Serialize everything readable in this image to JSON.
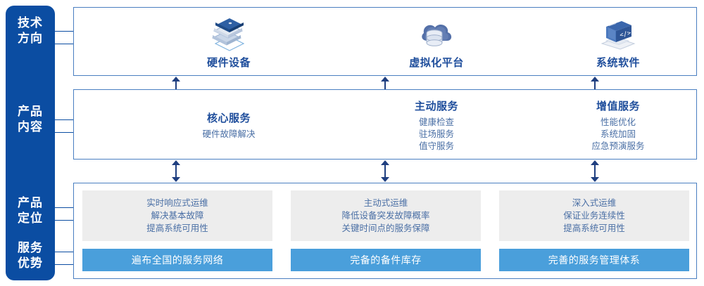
{
  "rail": {
    "items": [
      {
        "id": "tech-direction",
        "label": "技术\n方向"
      },
      {
        "id": "product-content",
        "label": "产品\n内容"
      },
      {
        "id": "product-position",
        "label": "产品\n定位"
      },
      {
        "id": "service-advantage",
        "label": "服务\n优势"
      }
    ]
  },
  "tech_direction": {
    "columns": [
      {
        "icon": "server-stack-icon",
        "title": "硬件设备"
      },
      {
        "icon": "cloud-database-icon",
        "title": "虚拟化平台"
      },
      {
        "icon": "laptop-code-icon",
        "title": "系统软件"
      }
    ]
  },
  "product_content": {
    "columns": [
      {
        "title": "核心服务",
        "lines": [
          "硬件故障解决"
        ]
      },
      {
        "title": "主动服务",
        "lines": [
          "健康检查",
          "驻场服务",
          "值守服务"
        ]
      },
      {
        "title": "增值服务",
        "lines": [
          "性能优化",
          "系统加固",
          "应急预演服务"
        ]
      }
    ]
  },
  "product_position": {
    "columns": [
      {
        "lines": [
          "实时响应式运维",
          "解决基本故障",
          "提高系统可用性"
        ]
      },
      {
        "lines": [
          "主动式运维",
          "降低设备突发故障概率",
          "关键时间点的服务保障"
        ]
      },
      {
        "lines": [
          "深入式运维",
          "保证业务连续性",
          "提高系统可用性"
        ]
      }
    ]
  },
  "service_advantage": {
    "bars": [
      "遍布全国的服务网络",
      "完备的备件库存",
      "完善的服务管理体系"
    ]
  },
  "colors": {
    "rail_blue": "#0B4DA2",
    "box_border": "#4A7FC1",
    "title_blue": "#1F4E9C",
    "body_blue": "#4A6FA5",
    "gray_panel": "#EDEDED",
    "bar_blue": "#4A9FDB",
    "arrow_navy": "#1F3F80"
  }
}
